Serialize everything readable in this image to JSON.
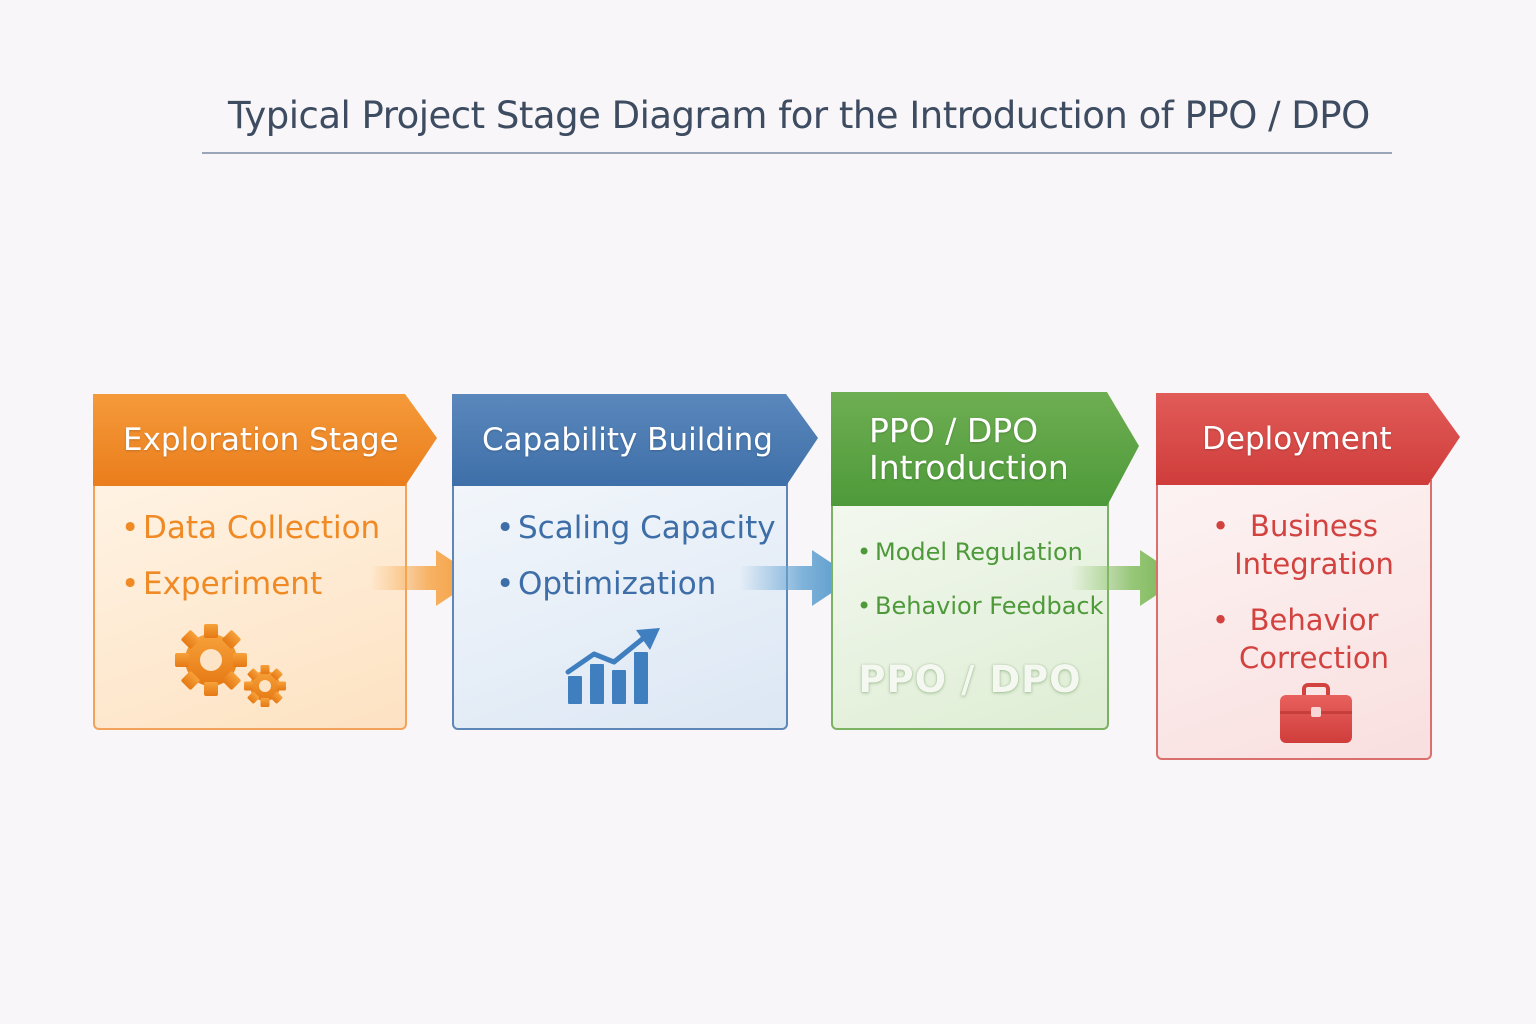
{
  "title": "Typical Project Stage Diagram for the Introduction of PPO / DPO",
  "stages": [
    {
      "header": "Exploration Stage",
      "bullets": [
        "Data Collection",
        "Experiment"
      ],
      "icon": "gears-icon",
      "color": "#ea7d1c"
    },
    {
      "header": "Capability Building",
      "bullets": [
        "Scaling Capacity",
        "Optimization"
      ],
      "icon": "growth-chart-icon",
      "color": "#3f6fa8"
    },
    {
      "header_line1": "PPO / DPO",
      "header_line2": "Introduction",
      "bullets": [
        "Model Regulation",
        "Behavior Feedback"
      ],
      "watermark": "PPO / DPO",
      "color": "#4e9a3a"
    },
    {
      "header": "Deployment",
      "bullets": [
        "Business Integration",
        "Behavior Correction"
      ],
      "icon": "briefcase-icon",
      "color": "#cf3d3b"
    }
  ],
  "bullet_char": "•"
}
